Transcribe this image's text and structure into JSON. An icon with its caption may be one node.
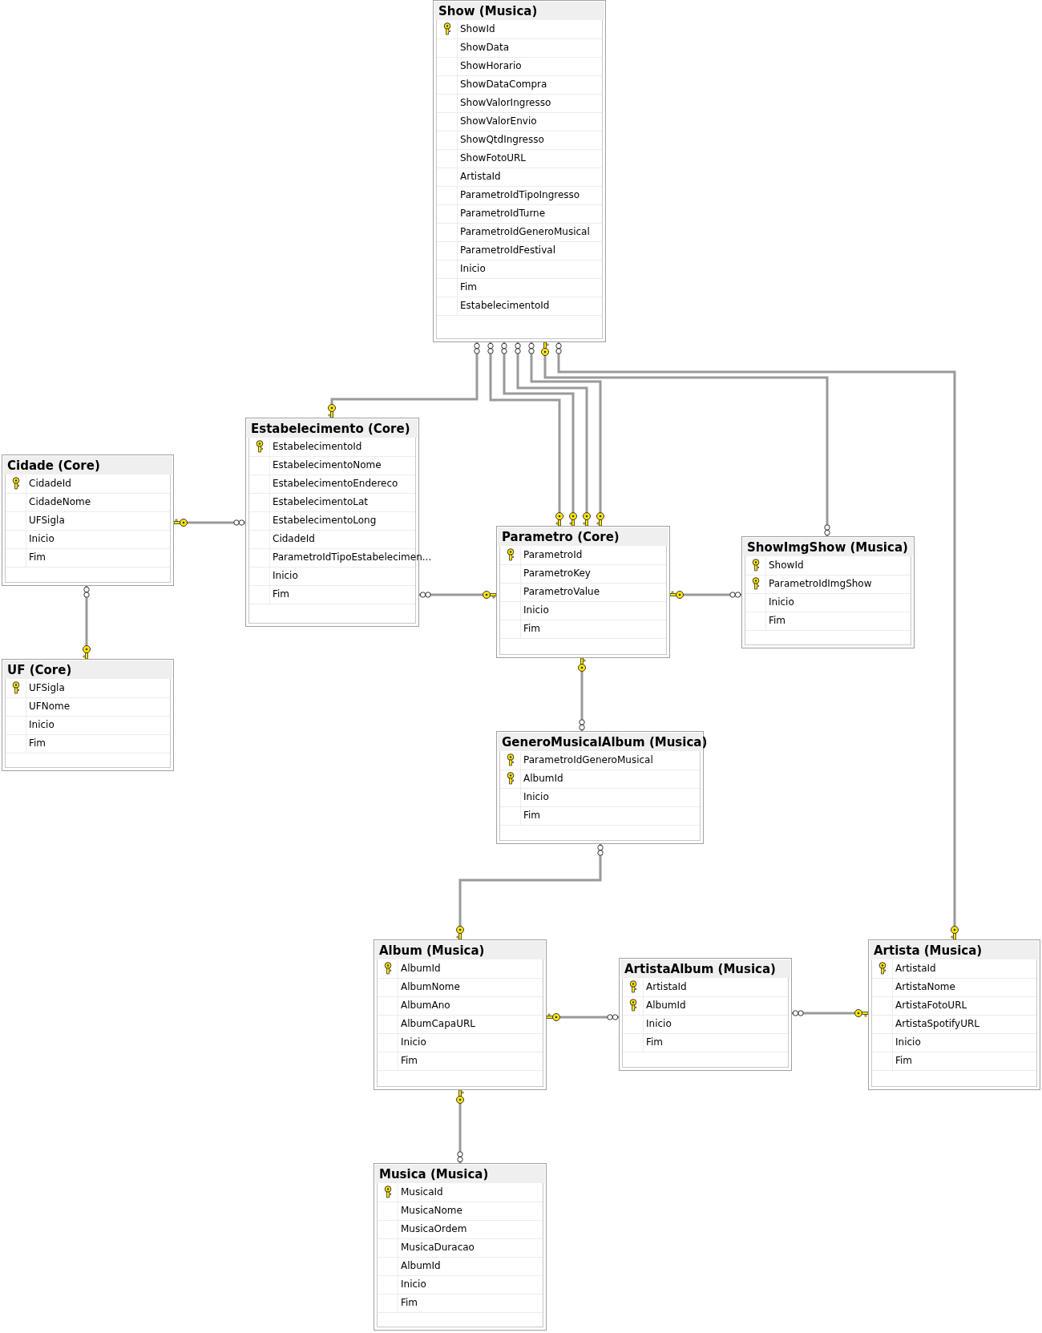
{
  "diagram": {
    "nodes": [
      {
        "text": [
          "Show (Musica)",
          "ShowId",
          "ShowData",
          "ShowHorario",
          "ShowDataCompra",
          "ShowValorIngresso",
          "ShowValorEnvio",
          "ShowQtdIngresso",
          "ShowFotoURL",
          "ArtistaId",
          "ParametroIdTipoIngresso",
          "ParametroIdTurne",
          "ParametroIdGeneroMusical",
          "ParametroIdFestival",
          "Inicio",
          "Fim",
          "EstabelecimentoId"
        ]
      },
      {
        "text": [
          "Estabelecimento (Core)",
          "EstabelecimentoId",
          "EstabelecimentoNome",
          "EstabelecimentoEndereco",
          "EstabelecimentoLat",
          "EstabelecimentoLong",
          "CidadeId",
          "ParametroIdTipoEstabelecimen...",
          "Inicio",
          "Fim"
        ]
      },
      {
        "text": [
          "Cidade (Core)",
          "CidadeId",
          "CidadeNome",
          "UFSigla",
          "Inicio",
          "Fim"
        ]
      },
      {
        "text": [
          "UF (Core)",
          "UFSigla",
          "UFNome",
          "Inicio",
          "Fim"
        ]
      },
      {
        "text": [
          "Parametro (Core)",
          "ParametroId",
          "ParametroKey",
          "ParametroValue",
          "Inicio",
          "Fim"
        ]
      },
      {
        "text": [
          "ShowImgShow (Musica)",
          "ShowId",
          "ParametroIdImgShow",
          "Inicio",
          "Fim"
        ]
      },
      {
        "text": [
          "GeneroMusicalAlbum (Musica)",
          "ParametroIdGeneroMusical",
          "AlbumId",
          "Inicio",
          "Fim"
        ]
      },
      {
        "text": [
          "Album (Musica)",
          "AlbumId",
          "AlbumNome",
          "AlbumAno",
          "AlbumCapaURL",
          "Inicio",
          "Fim"
        ]
      },
      {
        "text": [
          "ArtistaAlbum (Musica)",
          "ArtistaId",
          "AlbumId",
          "Inicio",
          "Fim"
        ]
      },
      {
        "text": [
          "Artista (Musica)",
          "ArtistaId",
          "ArtistaNome",
          "ArtistaFotoURL",
          "ArtistaSpotifyURL",
          "Inicio",
          "Fim"
        ]
      },
      {
        "text": [
          "Musica (Musica)",
          "MusicaId",
          "MusicaNome",
          "MusicaOrdem",
          "MusicaDuracao",
          "AlbumId",
          "Inicio",
          "Fim"
        ]
      }
    ],
    "edges": [
      {
        "from": 0,
        "to": 1,
        "arrow": "other"
      },
      {
        "from": 0,
        "to": 4,
        "arrow": "other"
      },
      {
        "from": 0,
        "to": 4,
        "arrow": "other"
      },
      {
        "from": 0,
        "to": 4,
        "arrow": "other"
      },
      {
        "from": 0,
        "to": 4,
        "arrow": "other"
      },
      {
        "from": 5,
        "to": 0,
        "arrow": "other"
      },
      {
        "from": 0,
        "to": 9,
        "arrow": "other"
      },
      {
        "from": 1,
        "to": 2,
        "arrow": "other"
      },
      {
        "from": 2,
        "to": 3,
        "arrow": "other"
      },
      {
        "from": 1,
        "to": 4,
        "arrow": "other"
      },
      {
        "from": 5,
        "to": 4,
        "arrow": "other"
      },
      {
        "from": 6,
        "to": 4,
        "arrow": "other"
      },
      {
        "from": 6,
        "to": 7,
        "arrow": "other"
      },
      {
        "from": 8,
        "to": 7,
        "arrow": "other"
      },
      {
        "from": 8,
        "to": 9,
        "arrow": "other"
      },
      {
        "from": 10,
        "to": 7,
        "arrow": "other"
      }
    ]
  }
}
